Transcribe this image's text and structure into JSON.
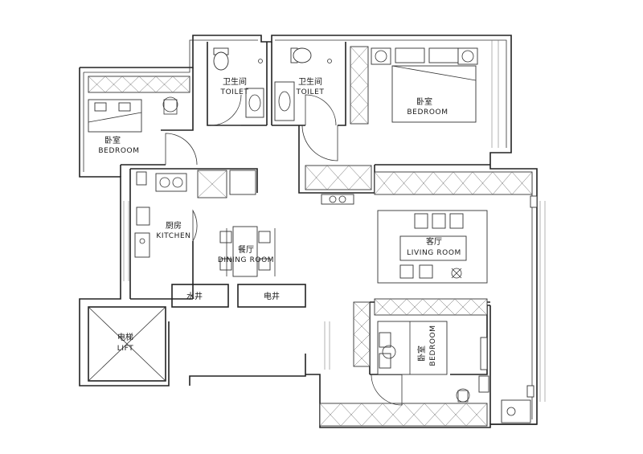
{
  "rooms": {
    "toilet_left": {
      "cn": "卫生间",
      "en": "TOILET"
    },
    "toilet_right": {
      "cn": "卫生间",
      "en": "TOILET"
    },
    "bedroom_master": {
      "cn": "卧室",
      "en": "BEDROOM"
    },
    "bedroom_left": {
      "cn": "卧室",
      "en": "BEDROOM"
    },
    "bedroom_south": {
      "cn": "卧室",
      "en": "BEDROOM"
    },
    "kitchen": {
      "cn": "厨房",
      "en": "KITCHEN"
    },
    "dining": {
      "cn": "餐厅",
      "en": "DINING ROOM"
    },
    "living": {
      "cn": "客厅",
      "en": "LIVING ROOM"
    },
    "lift": {
      "cn": "电梯",
      "en": "LIFT"
    },
    "water_shaft": {
      "cn": "水井"
    },
    "electric_shaft": {
      "cn": "电井"
    }
  },
  "colors": {
    "wall": "#222222",
    "line": "#333333",
    "background": "#ffffff"
  }
}
